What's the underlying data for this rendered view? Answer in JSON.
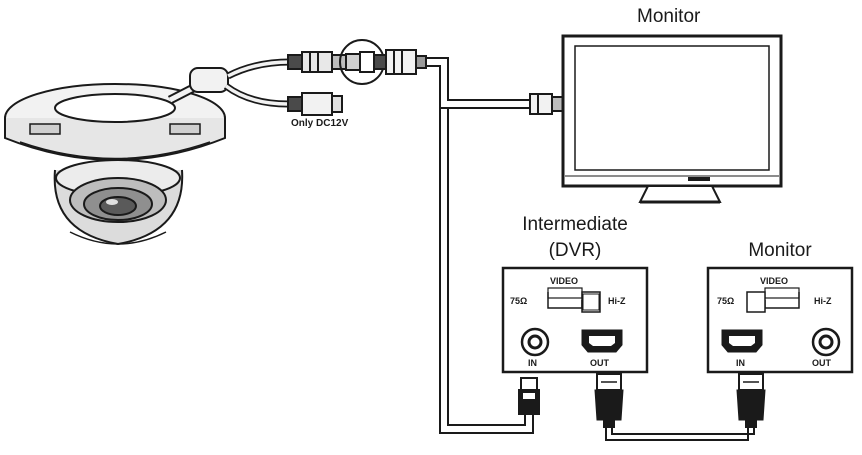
{
  "labels": {
    "monitor_top": "Monitor",
    "dc_note": "Only DC12V",
    "intermediate_line1": "Intermediate",
    "intermediate_line2": "(DVR)",
    "monitor_right": "Monitor"
  },
  "dvr_panel": {
    "video": "VIDEO",
    "ohm": "75Ω",
    "hiz": "Hi-Z",
    "in": "IN",
    "out": "OUT"
  },
  "monitor_panel": {
    "video": "VIDEO",
    "ohm": "75Ω",
    "hiz": "Hi-Z",
    "in": "IN",
    "out": "OUT"
  },
  "colors": {
    "line": "#1a1a1a",
    "fill_light": "#f2f2f2",
    "fill_mid": "#d9d9d9",
    "fill_dark": "#9a9a9a"
  }
}
